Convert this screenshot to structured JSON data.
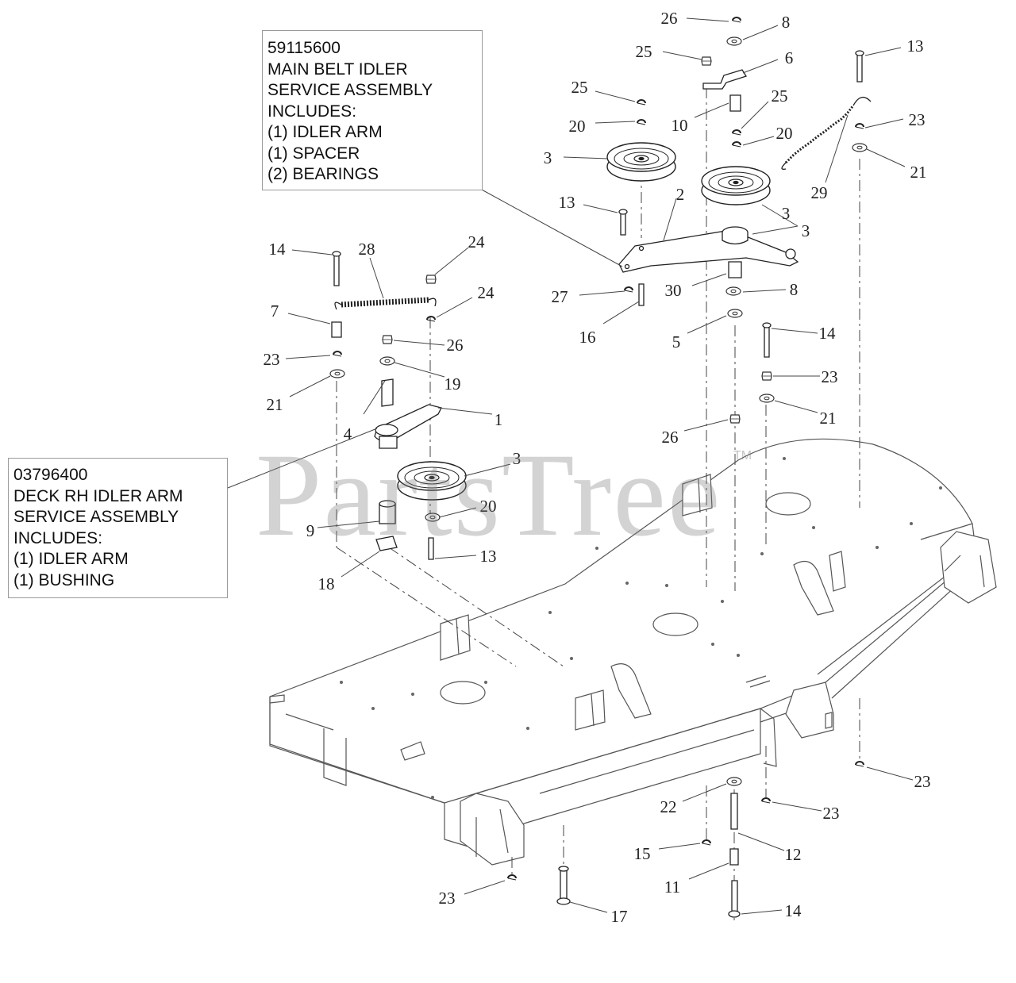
{
  "callouts": {
    "main_belt": {
      "lines": [
        "59115600",
        "MAIN BELT IDLER",
        "SERVICE ASSEMBLY",
        "INCLUDES:",
        "(1) IDLER ARM",
        "(1) SPACER",
        "(2) BEARINGS"
      ]
    },
    "rh_idler": {
      "lines": [
        "03796400",
        "DECK RH IDLER ARM",
        "SERVICE ASSEMBLY",
        "INCLUDES:",
        "(1) IDLER ARM",
        "(1) BUSHING"
      ]
    }
  },
  "watermark": {
    "text": "PartsTree",
    "mark": "TM"
  },
  "part_labels": [
    {
      "n": "26"
    },
    {
      "n": "8"
    },
    {
      "n": "25"
    },
    {
      "n": "6"
    },
    {
      "n": "13"
    },
    {
      "n": "25"
    },
    {
      "n": "10"
    },
    {
      "n": "25"
    },
    {
      "n": "20"
    },
    {
      "n": "20"
    },
    {
      "n": "23"
    },
    {
      "n": "3"
    },
    {
      "n": "21"
    },
    {
      "n": "29"
    },
    {
      "n": "13"
    },
    {
      "n": "2"
    },
    {
      "n": "3"
    },
    {
      "n": "3"
    },
    {
      "n": "14"
    },
    {
      "n": "28"
    },
    {
      "n": "24"
    },
    {
      "n": "24"
    },
    {
      "n": "7"
    },
    {
      "n": "27"
    },
    {
      "n": "30"
    },
    {
      "n": "8"
    },
    {
      "n": "23"
    },
    {
      "n": "26"
    },
    {
      "n": "16"
    },
    {
      "n": "5"
    },
    {
      "n": "14"
    },
    {
      "n": "19"
    },
    {
      "n": "23"
    },
    {
      "n": "21"
    },
    {
      "n": "1"
    },
    {
      "n": "21"
    },
    {
      "n": "4"
    },
    {
      "n": "26"
    },
    {
      "n": "3"
    },
    {
      "n": "20"
    },
    {
      "n": "9"
    },
    {
      "n": "13"
    },
    {
      "n": "18"
    },
    {
      "n": "23"
    },
    {
      "n": "22"
    },
    {
      "n": "23"
    },
    {
      "n": "15"
    },
    {
      "n": "12"
    },
    {
      "n": "11"
    },
    {
      "n": "23"
    },
    {
      "n": "17"
    },
    {
      "n": "14"
    }
  ]
}
